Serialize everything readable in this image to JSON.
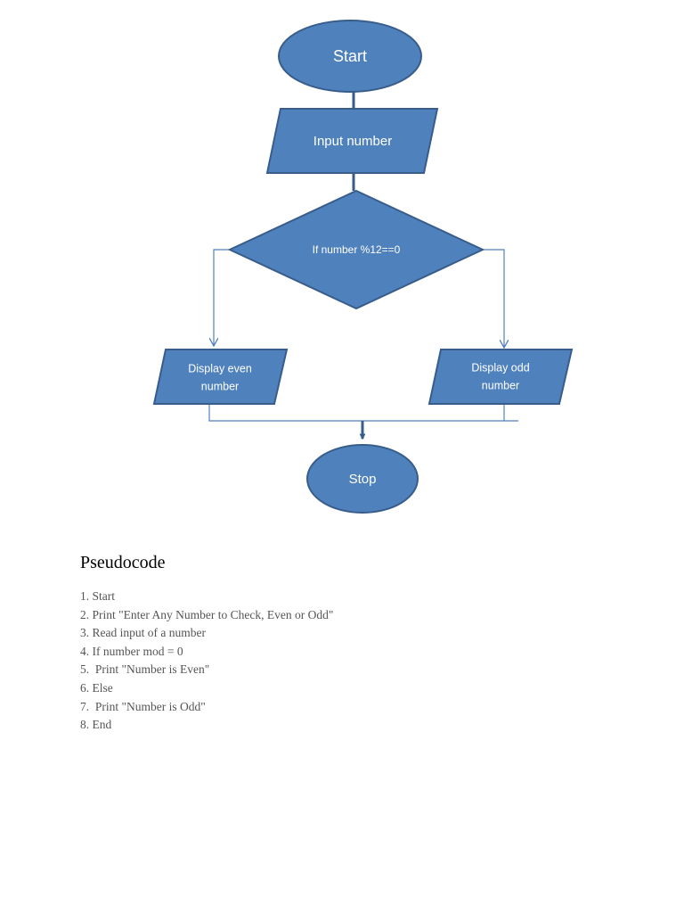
{
  "colors": {
    "shape_fill": "#4F81BD",
    "shape_stroke": "#385D8A",
    "connector": "#4F81BD",
    "label": "#FFFFFF"
  },
  "flowchart": {
    "start": "Start",
    "input": "Input number",
    "decision": "If number %12==0",
    "display_even": [
      "Display even",
      "number"
    ],
    "display_odd": [
      "Display odd",
      "number"
    ],
    "stop": "Stop"
  },
  "pseudocode": {
    "title": "Pseudocode",
    "steps": [
      "1. Start",
      "2. Print \"Enter Any Number to Check, Even or Odd\"",
      "3. Read input of a number",
      "4. If number mod = 0",
      "5.  Print \"Number is Even\"",
      "6. Else",
      "7.  Print \"Number is Odd\"",
      "8. End"
    ]
  }
}
